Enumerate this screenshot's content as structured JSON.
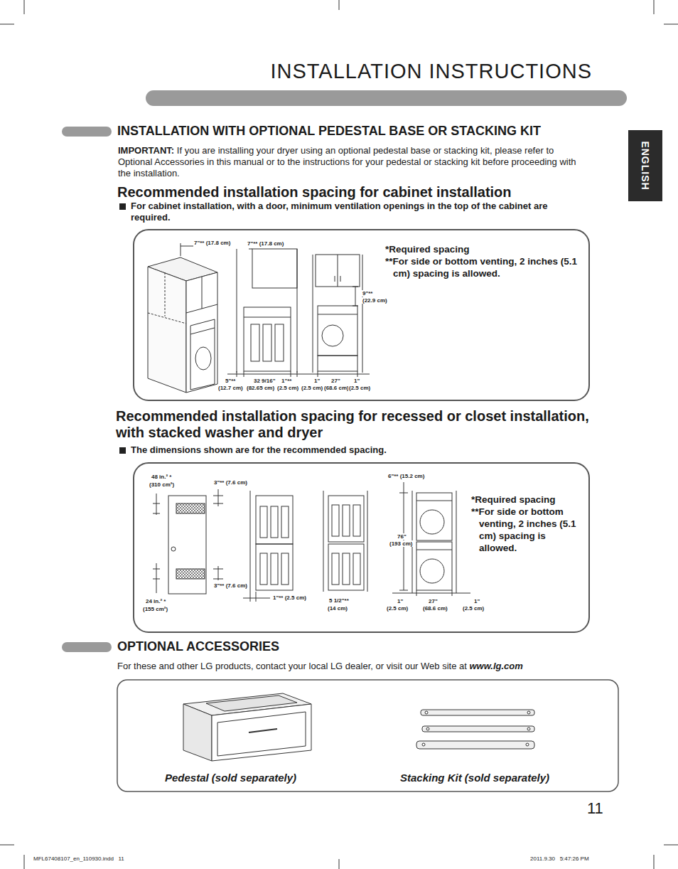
{
  "diagram": {
    "title": "INSTALLATION INSTRUCTIONS",
    "nodes": [
      {
        "text": [
          "ENGLISH"
        ]
      },
      {
        "text": [
          "*Required spacing",
          "**For side or bottom venting, 2 inches (5.1 cm) spacing is allowed."
        ]
      },
      {
        "text": [
          "*Required spacing",
          "**For side or bottom venting, 2 inches (5.1 cm) spacing is allowed."
        ]
      }
    ],
    "labels": [
      "INSTALLATION WITH OPTIONAL PEDESTAL BASE OR STACKING KIT",
      "IMPORTANT:",
      "If you are installing your dryer using an optional pedestal base or stacking kit, please refer to Optional Accessories in this manual or to the instructions for your pedestal or stacking kit before proceeding with the installation.",
      "Recommended installation spacing for cabinet installation",
      "For cabinet installation, with a door, minimum ventilation openings in the top of the cabinet are required.",
      "7\"** (17.8 cm)",
      "7\"** (17.8 cm)",
      "9\"**",
      "(22.9 cm)",
      "5\"**",
      "(12.7 cm)",
      "32 9/16\"",
      "(82.65 cm)",
      "1\"**",
      "(2.5 cm)",
      "1\"",
      "(2.5 cm)",
      "27\"",
      "(68.6 cm)",
      "1\"",
      "(2.5 cm)",
      "Recommended installation spacing for recessed or closet installation, with stacked washer and dryer",
      "The dimensions shown are for the recommended spacing.",
      "48 in.² *",
      "(310 cm²)",
      "3\"** (7.6 cm)",
      "3\"** (7.6 cm)",
      "24 in.² *",
      "(155 cm²)",
      "1\"** (2.5 cm)",
      "5 1/2\"**",
      "(14 cm)",
      "6\"** (15.2 cm)",
      "76\"",
      "(193 cm)",
      "1\"",
      "(2.5 cm)",
      "27\"",
      "(68.6 cm)",
      "1\"",
      "(2.5 cm)",
      "OPTIONAL ACCESSORIES",
      "For these and other LG products, contact your local LG dealer, or visit our Web site at",
      "www.lg.com",
      "Pedestal (sold separately)",
      "Stacking Kit (sold separately)",
      "11",
      "MFL67408107_en_110930.indd   11",
      "2011.9.30   5:47:26 PM"
    ]
  }
}
